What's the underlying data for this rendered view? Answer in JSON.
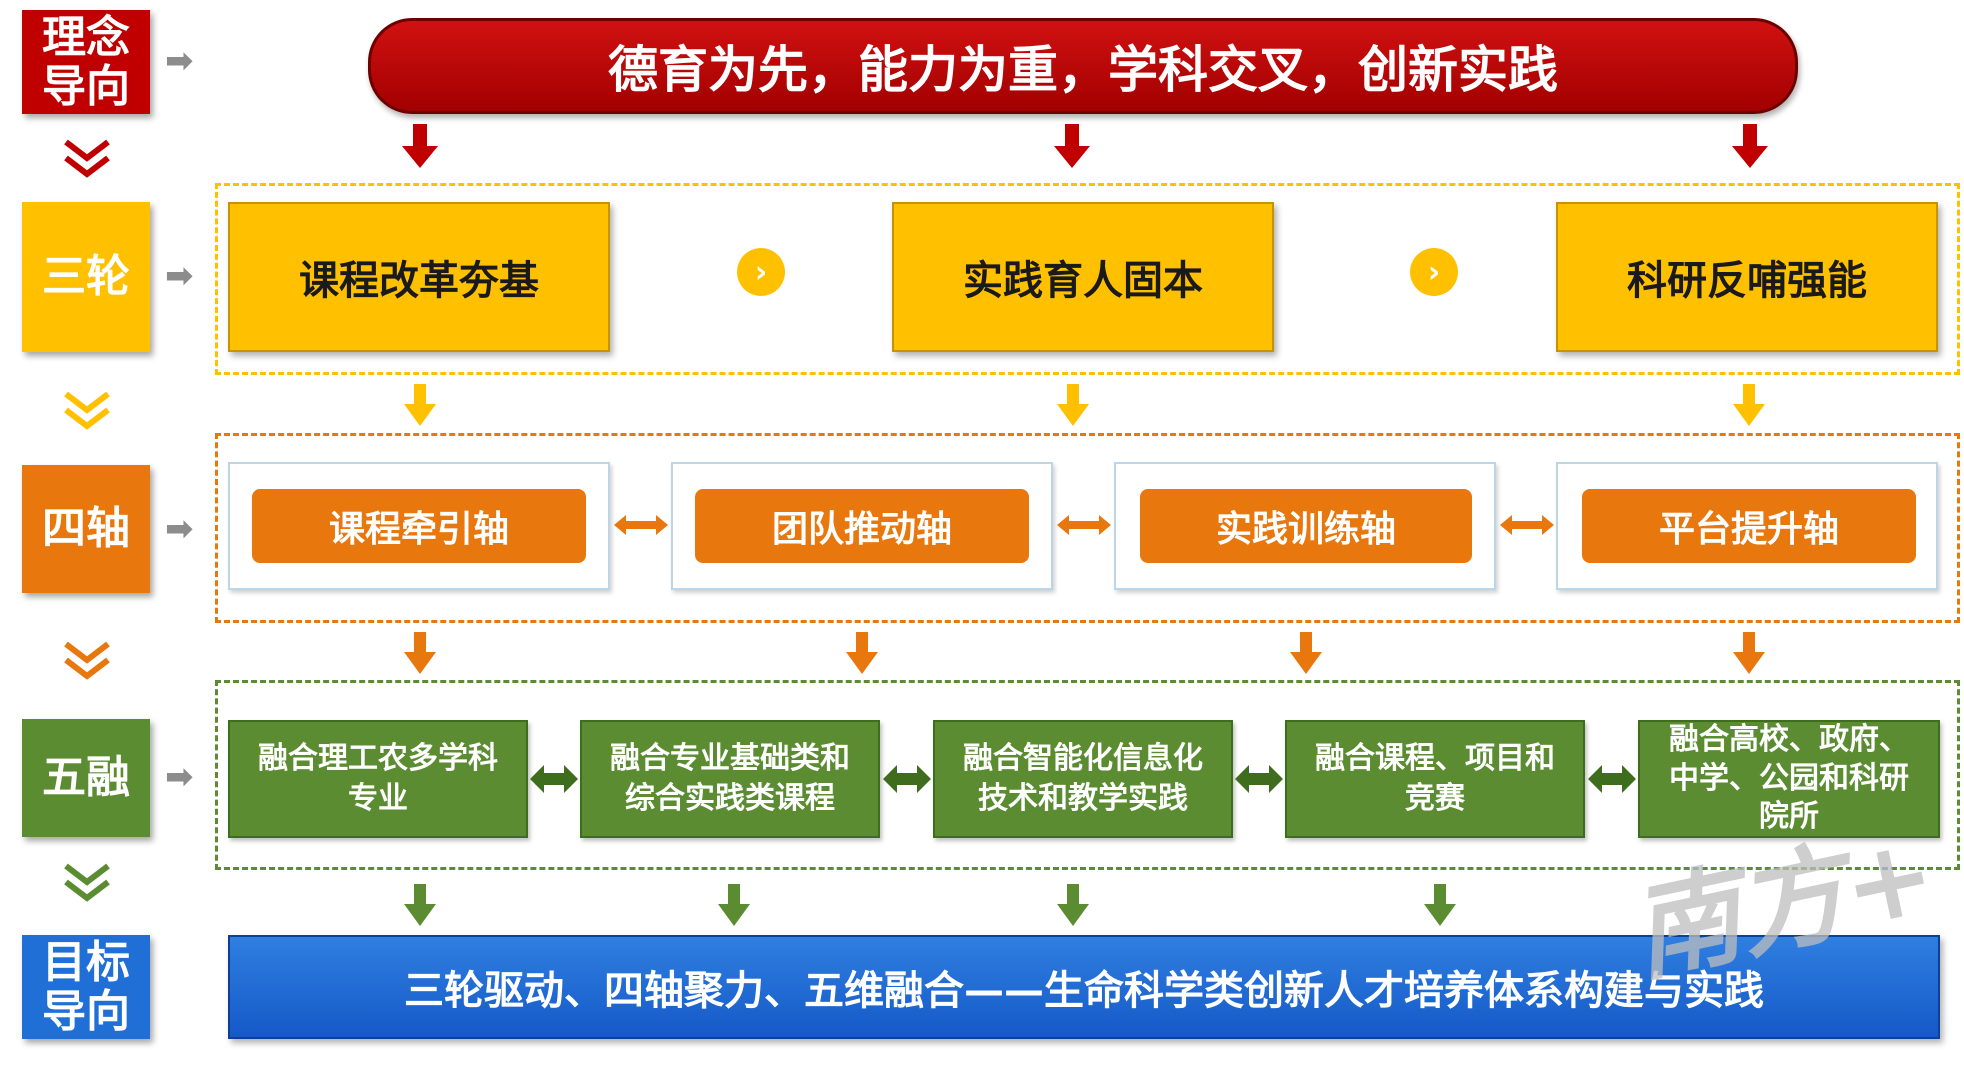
{
  "stages": [
    {
      "id": "concept",
      "label": "理念\n导向",
      "color": "#c00000",
      "chevron_color": "#c00000"
    },
    {
      "id": "wheels",
      "label": "三轮",
      "color": "#ffc000",
      "chevron_color": "#ffc000"
    },
    {
      "id": "axes",
      "label": "四轴",
      "color": "#e8770e",
      "chevron_color": "#e8770e"
    },
    {
      "id": "fusion",
      "label": "五融",
      "color": "#5b8c32",
      "chevron_color": "#5b8c32"
    },
    {
      "id": "goal",
      "label": "目标\n导向",
      "color": "#1f6fd6"
    }
  ],
  "concept": {
    "text": "德育为先，能力为重，学科交叉，创新实践"
  },
  "wheels": {
    "items": [
      "课程改革夯基",
      "实践育人固本",
      "科研反哺强能"
    ]
  },
  "axes": {
    "items": [
      "课程牵引轴",
      "团队推动轴",
      "实践训练轴",
      "平台提升轴"
    ]
  },
  "fusion": {
    "items": [
      "融合理工农多学科\n专业",
      "融合专业基础类和\n综合实践类课程",
      "融合智能化信息化\n技术和教学实践",
      "融合课程、项目和\n竞赛",
      "融合高校、政府、\n中学、公园和科研\n院所"
    ]
  },
  "goal": {
    "text": "三轮驱动、四轴聚力、五维融合——生命科学类创新人才培养体系构建与实践"
  },
  "watermark": {
    "text": "南方+"
  },
  "colors": {
    "red": "#c00000",
    "yellow": "#ffc000",
    "orange": "#e8770e",
    "green": "#5b8c32",
    "blue": "#1f6fd6"
  }
}
